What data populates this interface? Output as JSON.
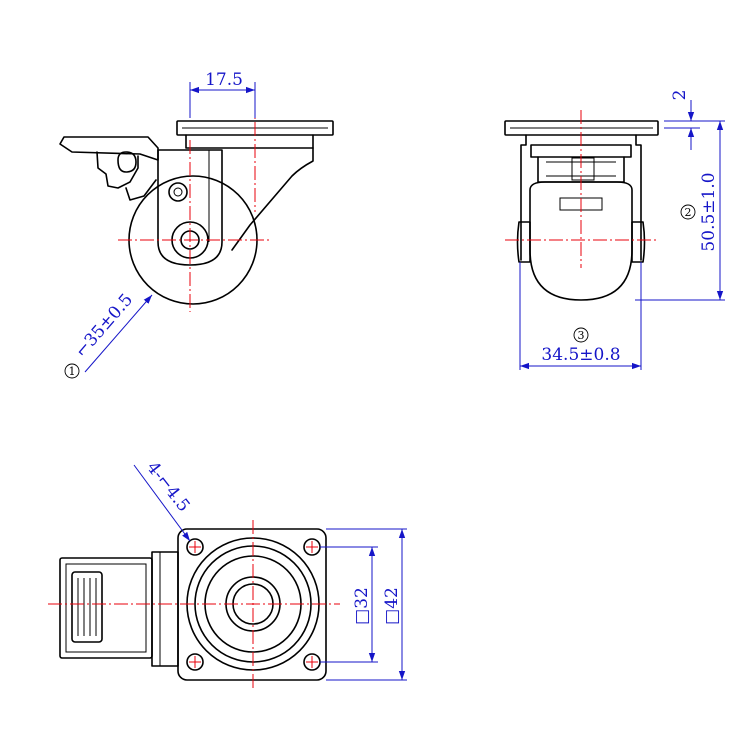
{
  "colors": {
    "outline": "#000000",
    "centerline": "#e8000b",
    "dimension": "#1515c8"
  },
  "dimensions": {
    "offset": "17.5",
    "wheel_diameter": "⌐35±0.5",
    "plate_thickness": "2",
    "height": "50.5±1.0",
    "width": "34.5±0.8",
    "holes": "4-⌐4.5",
    "hole_pitch": "□32",
    "plate_size": "□42"
  },
  "callouts": {
    "c1": "1",
    "c2": "2",
    "c3": "3"
  }
}
